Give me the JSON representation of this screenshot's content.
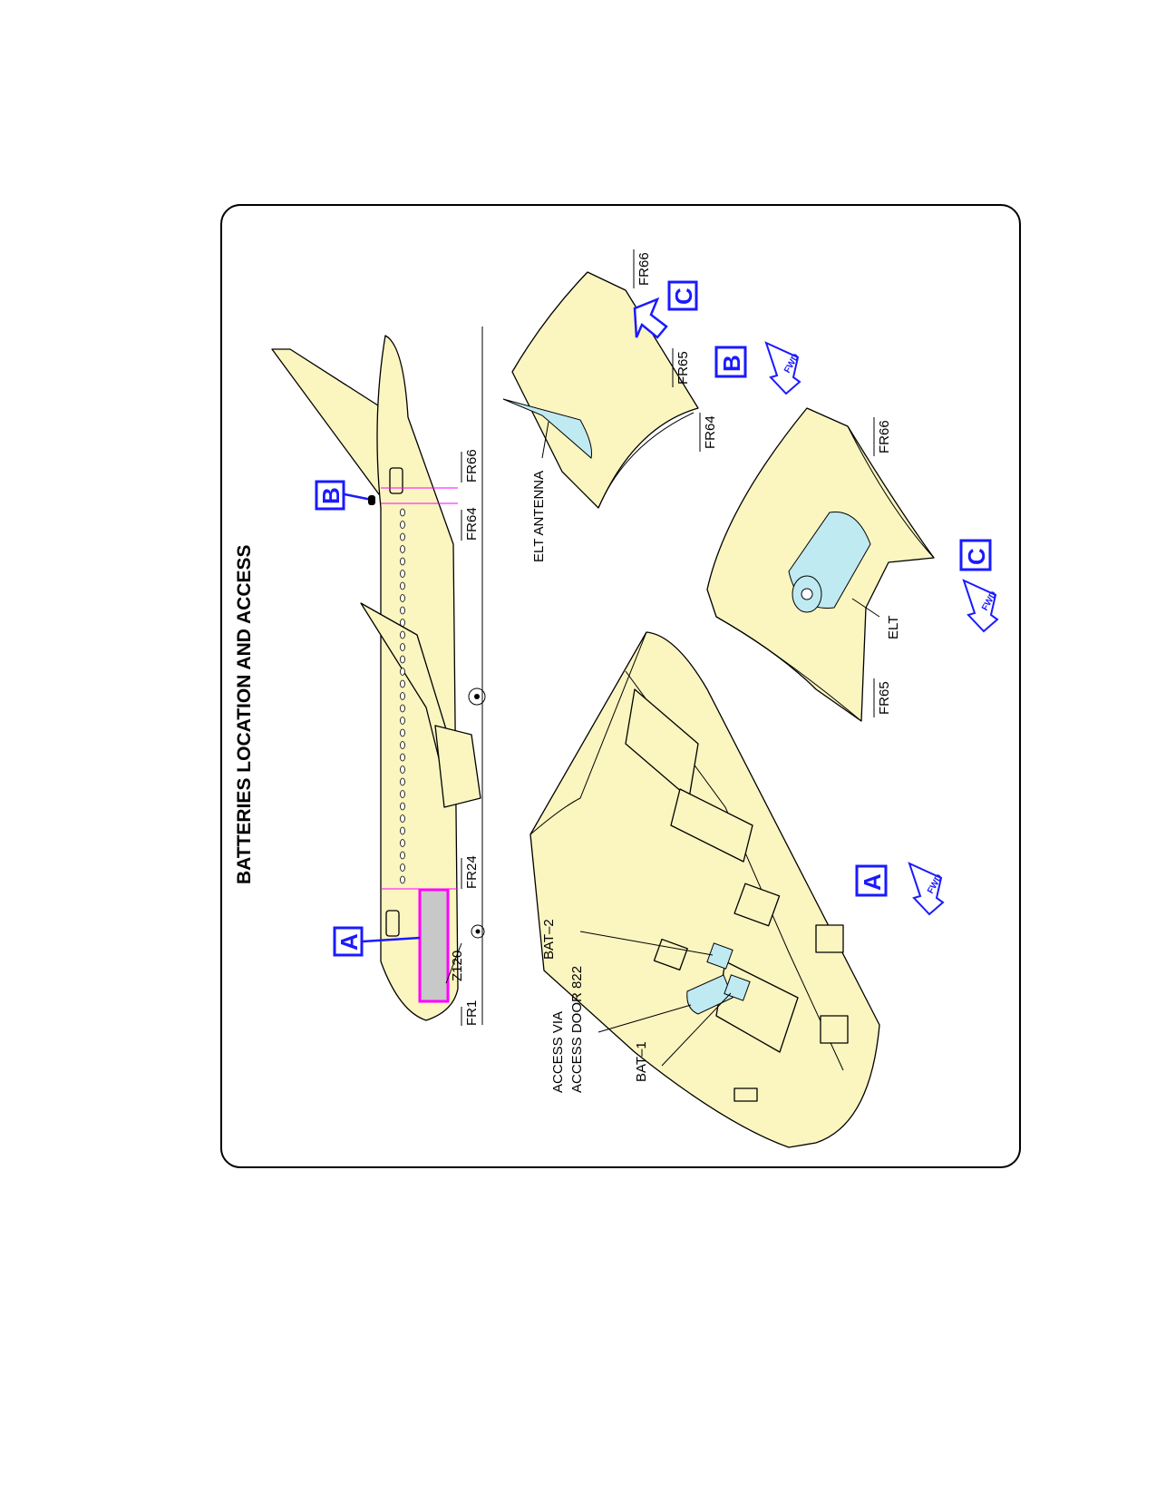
{
  "title": "BATTERIES LOCATION AND ACCESS",
  "callouts": {
    "a": "A",
    "b": "B",
    "c": "C"
  },
  "frames": {
    "fr1": "FR1",
    "fr24": "FR24",
    "fr64": "FR64",
    "fr65": "FR65",
    "fr66": "FR66"
  },
  "zone": "Z120",
  "labels": {
    "bat1": "BAT–1",
    "bat2": "BAT–2",
    "access_line1": "ACCESS VIA",
    "access_line2": "ACCESS DOOR 822",
    "elt_antenna": "ELT ANTENNA",
    "elt": "ELT"
  },
  "fwd": "FWD",
  "colors": {
    "airframe": "#fbf5c0",
    "callout": "#1a1aff",
    "zone_outline": "#ff00ff",
    "equipment": "#bfeaf2",
    "zone_fill": "#c8c8c8"
  }
}
